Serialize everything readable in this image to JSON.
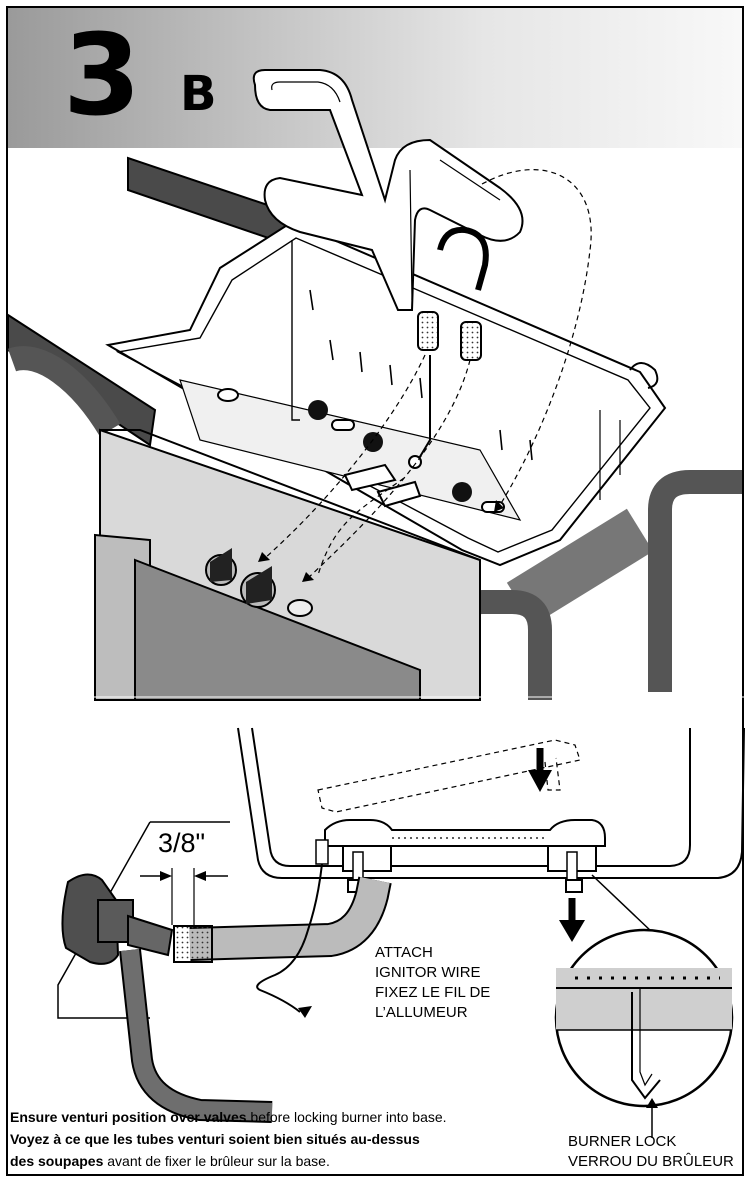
{
  "step": {
    "number": "3",
    "letter": "B"
  },
  "measurement": "3/8\"",
  "callouts": {
    "attach_en_1": "ATTACH",
    "attach_en_2": "IGNITOR WIRE",
    "attach_fr_1": "FIXEZ LE FIL DE",
    "attach_fr_2": "L’ALLUMEUR",
    "lock_en": "BURNER LOCK",
    "lock_fr": "VERROU DU BRÛLEUR"
  },
  "caption": {
    "line1_bold": "Ensure venturi position over valves",
    "line1_rest": " before locking burner into base.",
    "line2_bold": "Voyez à ce que les tubes venturi soient bien situés au-dessus",
    "line3_bold": "des soupapes",
    "line3_rest": " avant de fixer le brûleur sur la base."
  }
}
